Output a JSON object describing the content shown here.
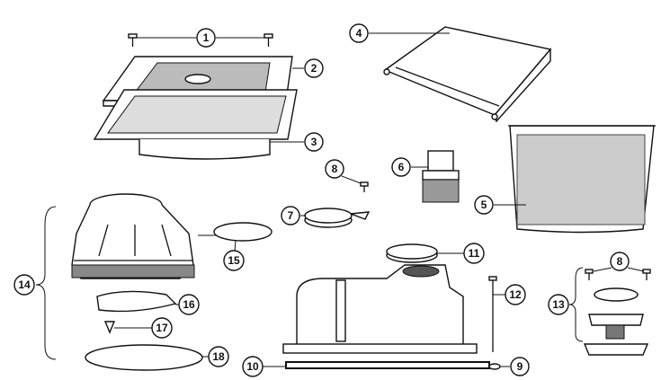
{
  "diagram": {
    "type": "exploded-parts-diagram",
    "callouts": [
      {
        "id": "c1",
        "label": "1"
      },
      {
        "id": "c2",
        "label": "2"
      },
      {
        "id": "c3",
        "label": "3"
      },
      {
        "id": "c4",
        "label": "4"
      },
      {
        "id": "c5",
        "label": "5"
      },
      {
        "id": "c6",
        "label": "6"
      },
      {
        "id": "c7",
        "label": "7"
      },
      {
        "id": "c8a",
        "label": "8"
      },
      {
        "id": "c8b",
        "label": "8"
      },
      {
        "id": "c9",
        "label": "9"
      },
      {
        "id": "c10",
        "label": "10"
      },
      {
        "id": "c11",
        "label": "11"
      },
      {
        "id": "c12",
        "label": "12"
      },
      {
        "id": "c13",
        "label": "13"
      },
      {
        "id": "c14",
        "label": "14"
      },
      {
        "id": "c15",
        "label": "15"
      },
      {
        "id": "c16",
        "label": "16"
      },
      {
        "id": "c17",
        "label": "17"
      },
      {
        "id": "c18",
        "label": "18"
      }
    ]
  }
}
